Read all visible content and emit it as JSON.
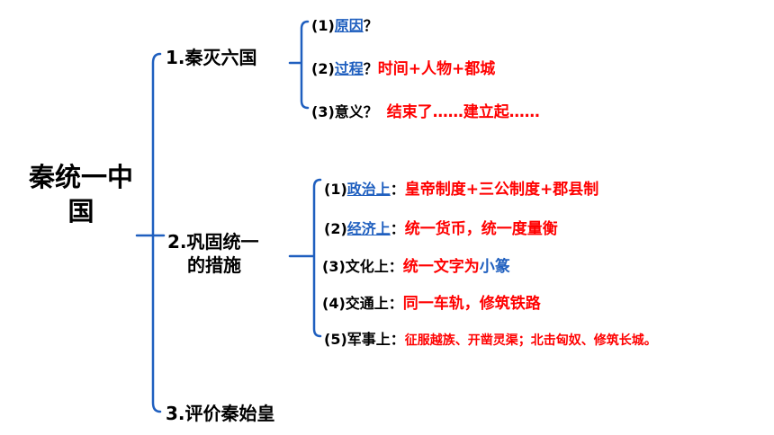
{
  "root": {
    "line1": "秦统一中",
    "line2": "国"
  },
  "branches": [
    {
      "label": "1.秦灭六国",
      "items": [
        {
          "num": "(1)",
          "key": "原因",
          "punct": "？",
          "answer": ""
        },
        {
          "num": "(2)",
          "key": "过程",
          "punct": "？",
          "answer": "时间+人物+都城"
        },
        {
          "num": "(3)",
          "key": "意义",
          "punct": "？",
          "answer": "结束了……建立起……"
        }
      ]
    },
    {
      "label_line1": "2.巩固统一",
      "label_line2": "的措施",
      "items": [
        {
          "num": "(1)",
          "key": "政治上",
          "punct": "：",
          "answer": "皇帝制度+三公制度+郡县制"
        },
        {
          "num": "(2)",
          "key": "经济上",
          "punct": "：",
          "answer": "统一货币，统一度量衡"
        },
        {
          "num": "(3)",
          "key": "文化上",
          "punct": "：",
          "answer": "统一文字为",
          "answer_extra": "小篆"
        },
        {
          "num": "(4)",
          "key": "交通上",
          "punct": "：",
          "answer": "同一车轨，修筑铁路"
        },
        {
          "num": "(5)",
          "key": "军事上",
          "punct": "：",
          "answer": "征服越族、开凿灵渠；北击匈奴、修筑长城。"
        }
      ]
    },
    {
      "label": "3.评价秦始皇"
    }
  ],
  "colors": {
    "bracket": "#1f5fbf",
    "link": "#1f5fbf",
    "answer": "#ff0000",
    "text": "#000000"
  }
}
